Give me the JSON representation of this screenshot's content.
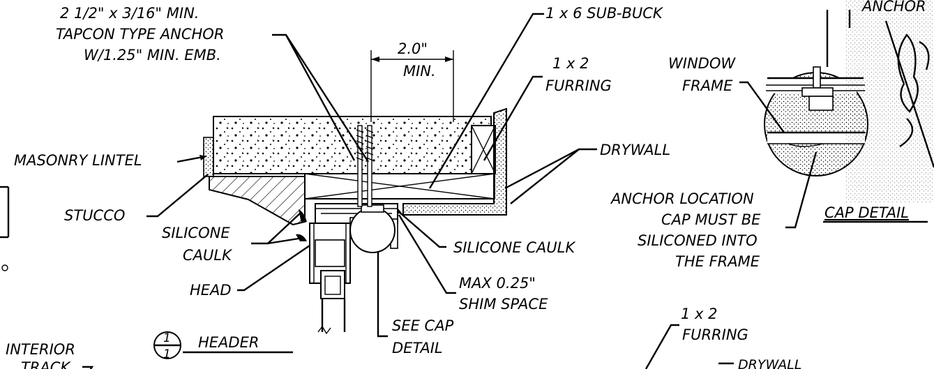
{
  "labels": {
    "anchor_line1": "2 1/2\" x 3/16\" MIN.",
    "anchor_line2": "TAPCON TYPE ANCHOR",
    "anchor_line3": "W/1.25\" MIN. EMB.",
    "dim_value": "2.0\"",
    "dim_min": "MIN.",
    "subbuck": "1 x 6 SUB-BUCK",
    "furring1_l1": "1 x 2",
    "furring1_l2": "FURRING",
    "window_l1": "WINDOW",
    "window_l2": "FRAME",
    "anchor_top": "ANCHOR",
    "masonry": "MASONRY LINTEL",
    "drywall": "DRYWALL",
    "stucco": "STUCCO",
    "silicone1_l1": "SILICONE",
    "silicone1_l2": "CAULK",
    "silicone2": "SILICONE CAULK",
    "anchor_loc_l1": "ANCHOR LOCATION",
    "anchor_loc_l2": "CAP MUST BE",
    "anchor_loc_l3": "SILICONED INTO",
    "anchor_loc_l4": "THE FRAME",
    "cap_detail": "CAP DETAIL",
    "head": "HEAD",
    "shim_l1": "MAX 0.25\"",
    "shim_l2": "SHIM SPACE",
    "see_cap_l1": "SEE CAP",
    "see_cap_l2": "DETAIL",
    "detail_num": "1",
    "detail_sheet": "1",
    "header_title": "HEADER",
    "furring2_l1": "1 x 2",
    "furring2_l2": "FURRING",
    "drywall2": "DRYWALL",
    "interior": "INTERIOR",
    "track": "TRACK"
  }
}
